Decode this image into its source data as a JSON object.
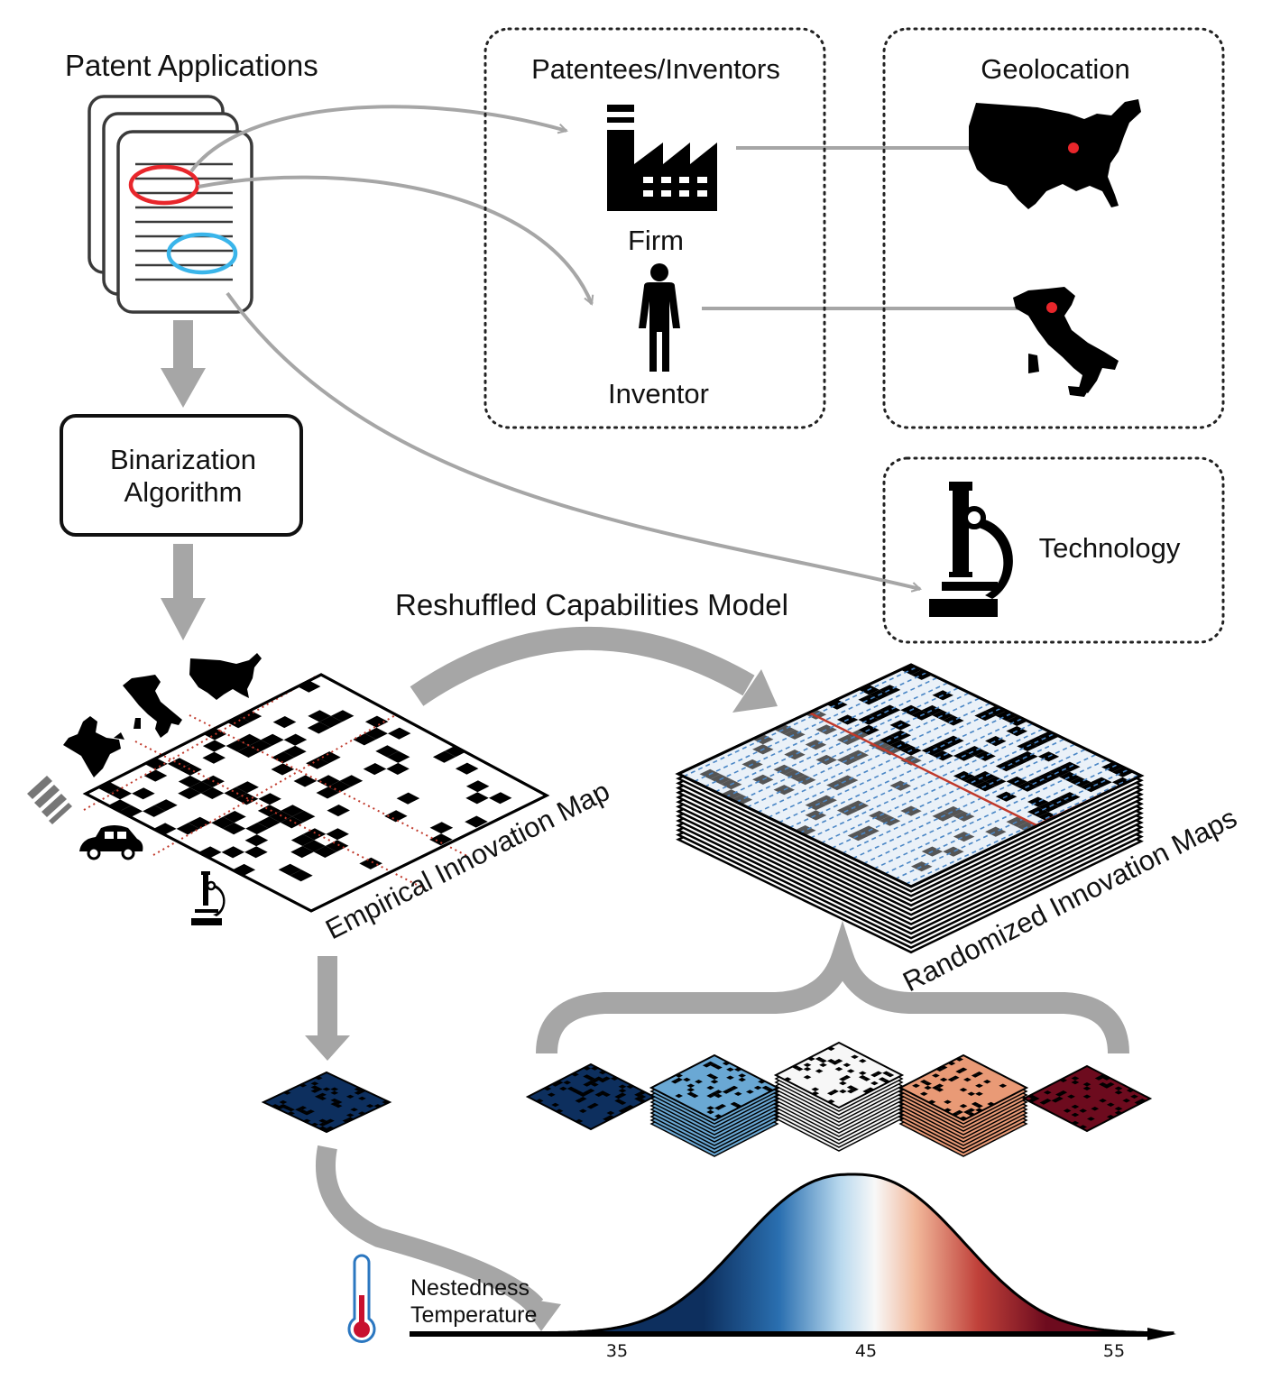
{
  "labels": {
    "patent_applications": "Patent Applications",
    "patentees_inventors": "Patentees/Inventors",
    "geolocation": "Geolocation",
    "firm": "Firm",
    "inventor": "Inventor",
    "technology": "Technology",
    "binarization_line1": "Binarization",
    "binarization_line2": "Algorithm",
    "reshuffled_model": "Reshuffled Capabilities Model",
    "empirical_map": "Empirical Innovation Map",
    "randomized_maps": "Randomized Innovation Maps",
    "nestedness_line1": "Nestedness",
    "nestedness_line2": "Temperature"
  },
  "axis": {
    "ticks": [
      "35",
      "45",
      "55"
    ]
  },
  "colors": {
    "arrow_gray": "#a6a6a6",
    "highlight_red": "#e8262b",
    "highlight_blue": "#3ab5ea",
    "dotted_red": "#c0392b",
    "shuffle_blue": "#4a86c5",
    "palette": [
      "#0d2f5e",
      "#6aa8d4",
      "#f7f7f7",
      "#e99a76",
      "#6d0b1e"
    ]
  },
  "icons": [
    "document-stack-icon",
    "factory-icon",
    "person-icon",
    "usa-map-icon",
    "italy-map-icon",
    "microscope-icon",
    "india-map-icon",
    "satellite-icon",
    "car-icon",
    "thermometer-icon"
  ]
}
